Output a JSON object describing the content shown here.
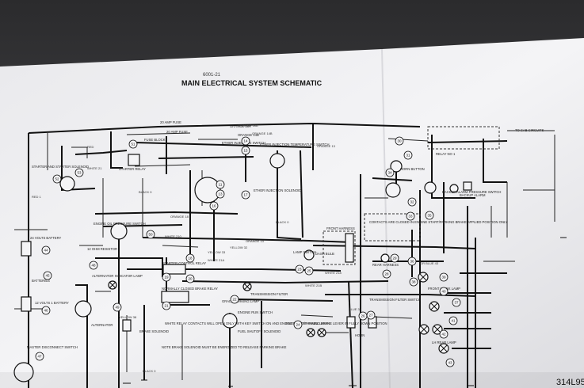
{
  "document": {
    "doc_number": "6001-21",
    "title": "MAIN ELECTRICAL SYSTEM SCHEMATIC",
    "revision": "314L95"
  },
  "labels": {
    "fuse_20a_1": "20 AMP FUSE",
    "fuse_20a_2": "20 AMP FUSE",
    "fuse_block": "FUSE BLOCK",
    "orange_18a": "ORANGE 18A",
    "orange_14b": "ORANGE 14B",
    "ether_switch": "ETHER INJECTION SWITCH",
    "ether_temp_switch": "ETHER INJECTION TEMPERATURE SWITCH",
    "starter_relay": "STARTER RELAY",
    "starter_solenoid": "STARTER AND STARTER SOLENOID",
    "ether_solenoid": "ETHER INJECTION SOLENOID",
    "engine_oil_switch": "ENGINE OIL PRESSURE SWITCH",
    "starter_control_relay": "STARTER CONTROL RELAY",
    "normally_closed_relay": "NORMALLY CLOSED BRAKE RELAY",
    "alternator": "ALTERNATOR",
    "alternator_lamp": "ALTERNATOR INDICATOR LAMP",
    "batteries": "BATTERIES",
    "battery_24v": "24 VOLTS BATTERY",
    "battery_12v": "12 VOLTS 1 BATTERY",
    "master_disconnect": "MASTER DISCONNECT SWITCH",
    "transmission_filter": "TRANSMISSION FILTER",
    "grade_lamp": "GRADE/PARKING LAMP",
    "white_relay_note": "WHITE RELAY CONTACTS WILL OPEN ONLY WITH KEY SWITCH ON AND ENGINE START/PARKING BRAKE LEVER IN FULLY DOWN POSITION",
    "brake_note": "NOTE BRAKE SOLENOID MUST BE ENERGIZED TO RELEASE PARKING BRAKE",
    "brake_solenoid": "BRAKE SOLENOID",
    "engine_run_switch": "ENGINE RUN SWITCH",
    "fuel_shutoff": "FUEL SHUTOFF SOLENOID",
    "instrument_lamps": "INSTRUMENT PANEL LAMPS",
    "horn_button": "HORN BUTTON",
    "horn": "HORN",
    "backup_alarm": "BACKUP ALARM",
    "backup_alarm_switch": "BACKUP ALARM PRESSURE SWITCH",
    "front_harness": "FRONT HARNESS",
    "rear_harness": "REAR HARNESS",
    "transmission_filter_switch": "TRANSMISSION FILTER SWITCH",
    "front_work_lamp": "FRONT WORK LAMP",
    "rear_lamp": "LH REAR LAMP",
    "contacts_note": "CONTACTS ARE CLOSED IN ENGINE START/PARKING BRAKE APPLIED POSITION ONLY",
    "to_cab": "TO CAB CIRCUITS",
    "relay_no": "RELAY NO 1",
    "ohm_resistor": "12 OHM RESISTOR",
    "lamp_switch": "LAMP SWITCH",
    "dash_bulb": "DASH BULB"
  },
  "wire_labels": [
    "ORANGE 18A",
    "ORANGE 14B",
    "ORANGE 13",
    "ORANGE 13",
    "WHITE 21",
    "WHITE 210",
    "WHITE 21A",
    "WHITE 218",
    "YELLOW 33",
    "YELLOW 32",
    "BLACK 0",
    "BLACK 0",
    "BLACK 0",
    "RED 1",
    "RED",
    "ORANGE 18",
    "WHITE 21B",
    "GR BLUE 43",
    "YELLOW 38",
    "BLUE 34"
  ],
  "circle_refs": [
    "11",
    "13",
    "14",
    "15",
    "16",
    "17",
    "18",
    "19",
    "20",
    "21",
    "22",
    "23",
    "24",
    "25",
    "26",
    "27",
    "28",
    "29",
    "30",
    "31",
    "32",
    "33",
    "34",
    "35",
    "36",
    "37",
    "38",
    "39",
    "40",
    "41",
    "42",
    "43",
    "44",
    "45",
    "46",
    "47",
    "48",
    "49",
    "50",
    "51",
    "52",
    "53"
  ]
}
